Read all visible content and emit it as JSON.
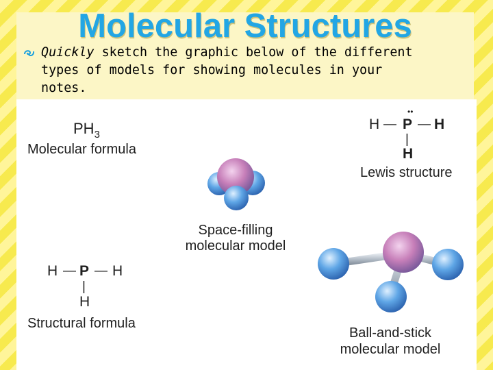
{
  "title": "Molecular Structures",
  "bullet": {
    "icon": "bullet-swirl-icon",
    "italic_word": "Quickly",
    "line1_rest": " sketch the graphic below of the different",
    "line2": "types of models for showing molecules in your",
    "line3": "notes."
  },
  "figure": {
    "formula_main": "PH",
    "formula_sub": "3",
    "molecular_formula_label": "Molecular formula",
    "space_filling_label_1": "Space-filling",
    "space_filling_label_2": "molecular model",
    "structural_formula_label": "Structural formula",
    "lewis_structure_label": "Lewis structure",
    "ball_stick_label_1": "Ball-and-stick",
    "ball_stick_label_2": "molecular model",
    "atom_H": "H",
    "atom_P": "P",
    "lone_pair": "••",
    "bond": "—",
    "vbond": "|"
  },
  "colors": {
    "title": "#22a6e4",
    "phosphorus": "#c77fb9",
    "hydrogen": "#5fa6e6",
    "bond_stick": "#b9c2cc"
  }
}
